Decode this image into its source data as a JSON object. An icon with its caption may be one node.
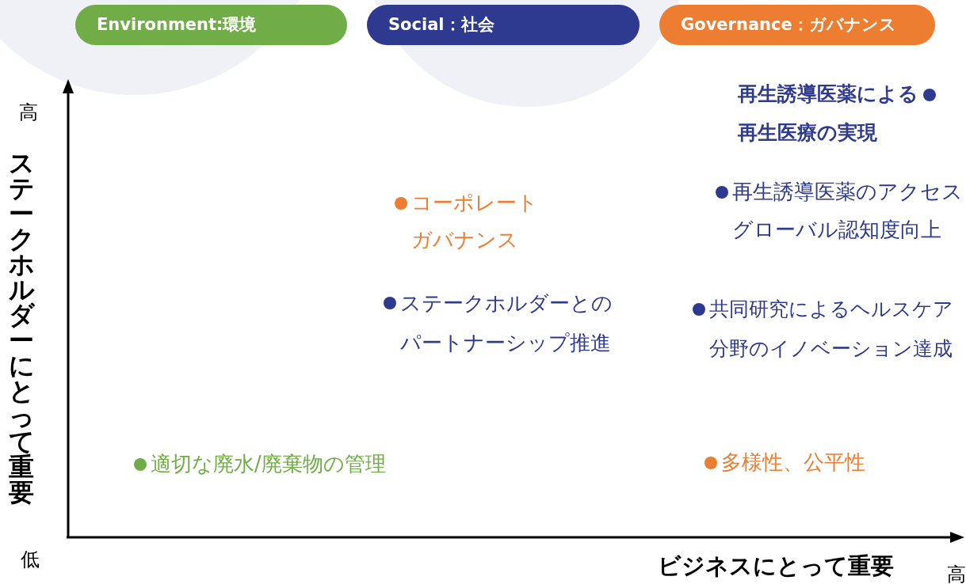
{
  "diagram": {
    "labels": [
      "高",
      "ステークホルダーにとって重要",
      "再生誘導医薬による再生医療の実現",
      "コーポレートガバナンス",
      "再生誘導医薬のアクセスグローバル認知度向上",
      "ステークホルダーとのパートナーシップ推進",
      "共同研究によるヘルスケア分野のイノベーション達成",
      "適切な廃水/廃棄物の管理",
      "多様性、公平性",
      "低",
      "ビジネスにとって重要",
      "高"
    ],
    "legend": [
      {
        "text": "Environment:環境",
        "color": "#70ad47"
      },
      {
        "text": "Social：社会",
        "color": "#2e3a8f"
      },
      {
        "text": "Governance：ガバナンス",
        "color": "#ed7d31"
      }
    ]
  }
}
